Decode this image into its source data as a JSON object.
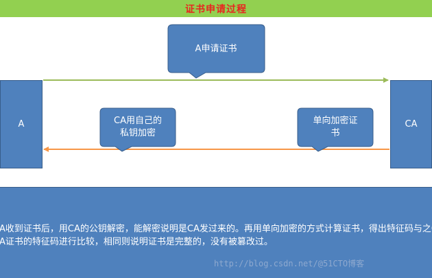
{
  "title": "证书申请过程",
  "entities": {
    "left": "A",
    "right": "CA"
  },
  "callouts": {
    "request": "A申请证书",
    "sign": "CA用自己的\n私钥加密",
    "hash": "单向加密证\n书"
  },
  "description": "A收到证书后，用CA的公钥解密，能解密说明是CA发过来的。再用单向加密的方式计算证书，得出特征码与之CA证书的特征码进行比较，相同则说明证书是完整的，没有被篡改过。",
  "watermark": "http://blog.csdn.net/@51CTO博客",
  "colors": {
    "title_bar": "#92d050",
    "title_text": "#e8261f",
    "shape_fill": "#4f81bd",
    "shape_border": "#385d8a",
    "arrow_request": "#9bbb59",
    "arrow_response": "#f79646"
  }
}
